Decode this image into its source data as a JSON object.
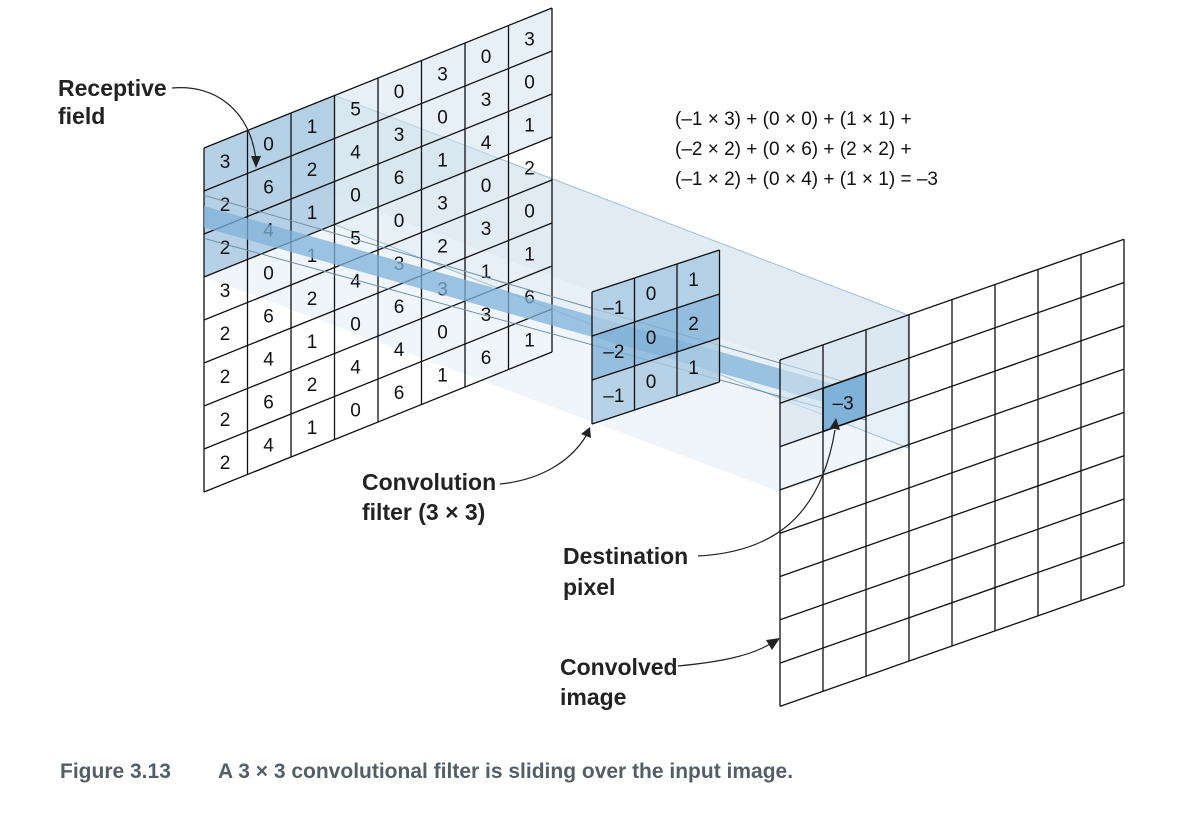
{
  "input_grid": {
    "rows": [
      [
        "3",
        "0",
        "1",
        "5",
        "0",
        "3",
        "0",
        "3"
      ],
      [
        "2",
        "6",
        "2",
        "4",
        "3",
        "0",
        "3",
        "0"
      ],
      [
        "2",
        "4",
        "1",
        "0",
        "6",
        "1",
        "4",
        "1"
      ],
      [
        "3",
        "0",
        "1",
        "5",
        "0",
        "3",
        "0",
        "2"
      ],
      [
        "2",
        "6",
        "2",
        "4",
        "3",
        "2",
        "3",
        "0"
      ],
      [
        "2",
        "4",
        "1",
        "0",
        "6",
        "3",
        "1",
        "1"
      ],
      [
        "2",
        "6",
        "2",
        "4",
        "4",
        "0",
        "3",
        "6"
      ],
      [
        "2",
        "4",
        "1",
        "0",
        "6",
        "1",
        "6",
        "1"
      ]
    ]
  },
  "filter_grid": {
    "rows": [
      [
        "–1",
        "0",
        "1"
      ],
      [
        "–2",
        "0",
        "2"
      ],
      [
        "–1",
        "0",
        "1"
      ]
    ]
  },
  "output": {
    "value": "–3"
  },
  "labels": {
    "receptive_field": [
      "Receptive",
      "field"
    ],
    "convolution_filter": [
      "Convolution",
      "filter (3 × 3)"
    ],
    "destination_pixel": [
      "Destination",
      "pixel"
    ],
    "convolved_image": [
      "Convolved",
      "image"
    ]
  },
  "equation": {
    "lines": [
      "(–1 × 3) + (0 × 0) + (1 × 1) +",
      "(–2 × 2) + (0 × 6) + (2 × 2) +",
      "(–1 × 2) + (0 × 4) + (1 × 1) = –3"
    ]
  },
  "caption": {
    "number": "Figure 3.13",
    "text": "A 3 × 3 convolutional filter is sliding over the input image."
  },
  "colors": {
    "grid_line": "#111111",
    "light_blue": "#d4e3ef",
    "mid_blue": "#a9c9e2",
    "dark_blue": "#7fb2d8"
  }
}
